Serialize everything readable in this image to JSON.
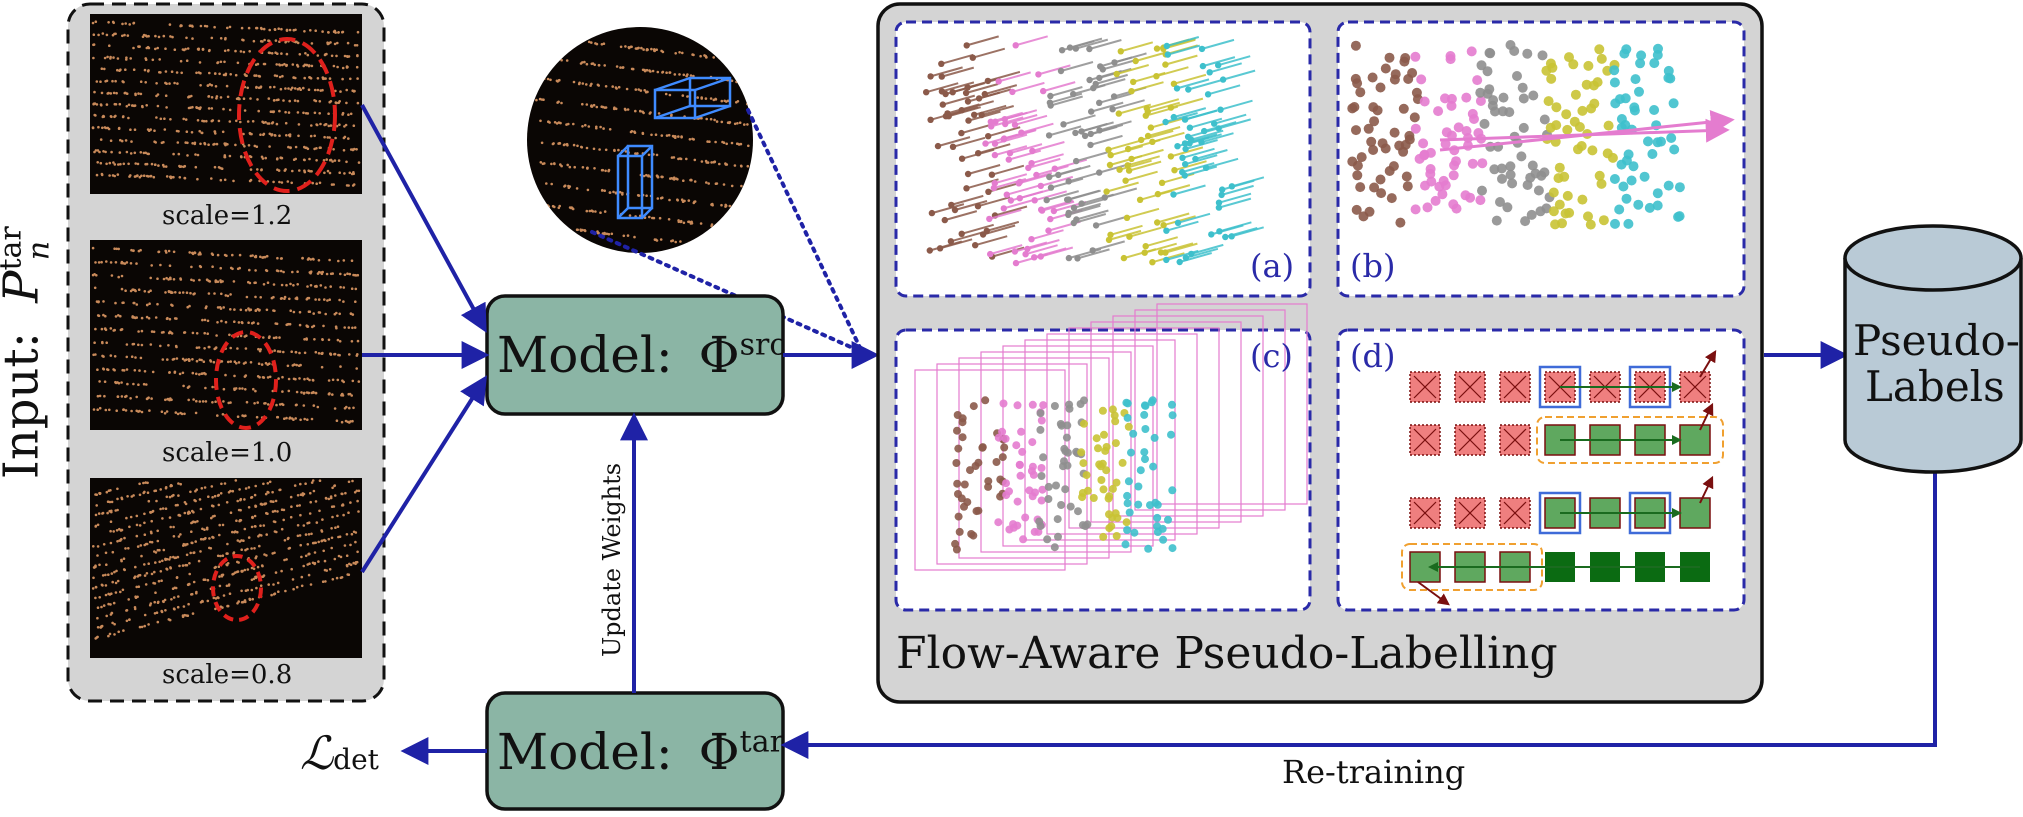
{
  "input_panel": {
    "label_prefix": "Input:",
    "label_symbol": "P",
    "label_sup": "tar",
    "label_sub": "n",
    "scales": [
      "scale=1.2",
      "scale=1.0",
      "scale=0.8"
    ]
  },
  "model_src": {
    "prefix": "Model:",
    "symbol": "Φ",
    "sup": "src"
  },
  "model_tar": {
    "prefix": "Model:",
    "symbol": "Φ",
    "sup": "tar"
  },
  "update_weights_label": "Update Weights",
  "retraining_label": "Re-training",
  "loss": {
    "symbol": "ℒ",
    "sub": "det"
  },
  "flow_panel": {
    "title": "Flow-Aware Pseudo-Labelling",
    "subpanels": [
      "(a)",
      "(b)",
      "(c)",
      "(d)"
    ]
  },
  "pseudo_labels": {
    "line1": "Pseudo-",
    "line2": "Labels"
  },
  "colors": {
    "arrow": "#1f22a6",
    "model_fill": "#8bb5a5",
    "panel_fill": "#d4d4d4",
    "cylinder_fill": "#b9cad6",
    "ellipse_red": "#e0201c",
    "dashed_blue": "#2a2aa8",
    "box_red": "#ef7f7f",
    "box_green": "#5fa85f",
    "box_dark_green": "#0b6b12",
    "cluster_colors": [
      "#8b5a4a",
      "#e47ccf",
      "#8f8f8f",
      "#c9c334",
      "#3ec0cc"
    ]
  }
}
